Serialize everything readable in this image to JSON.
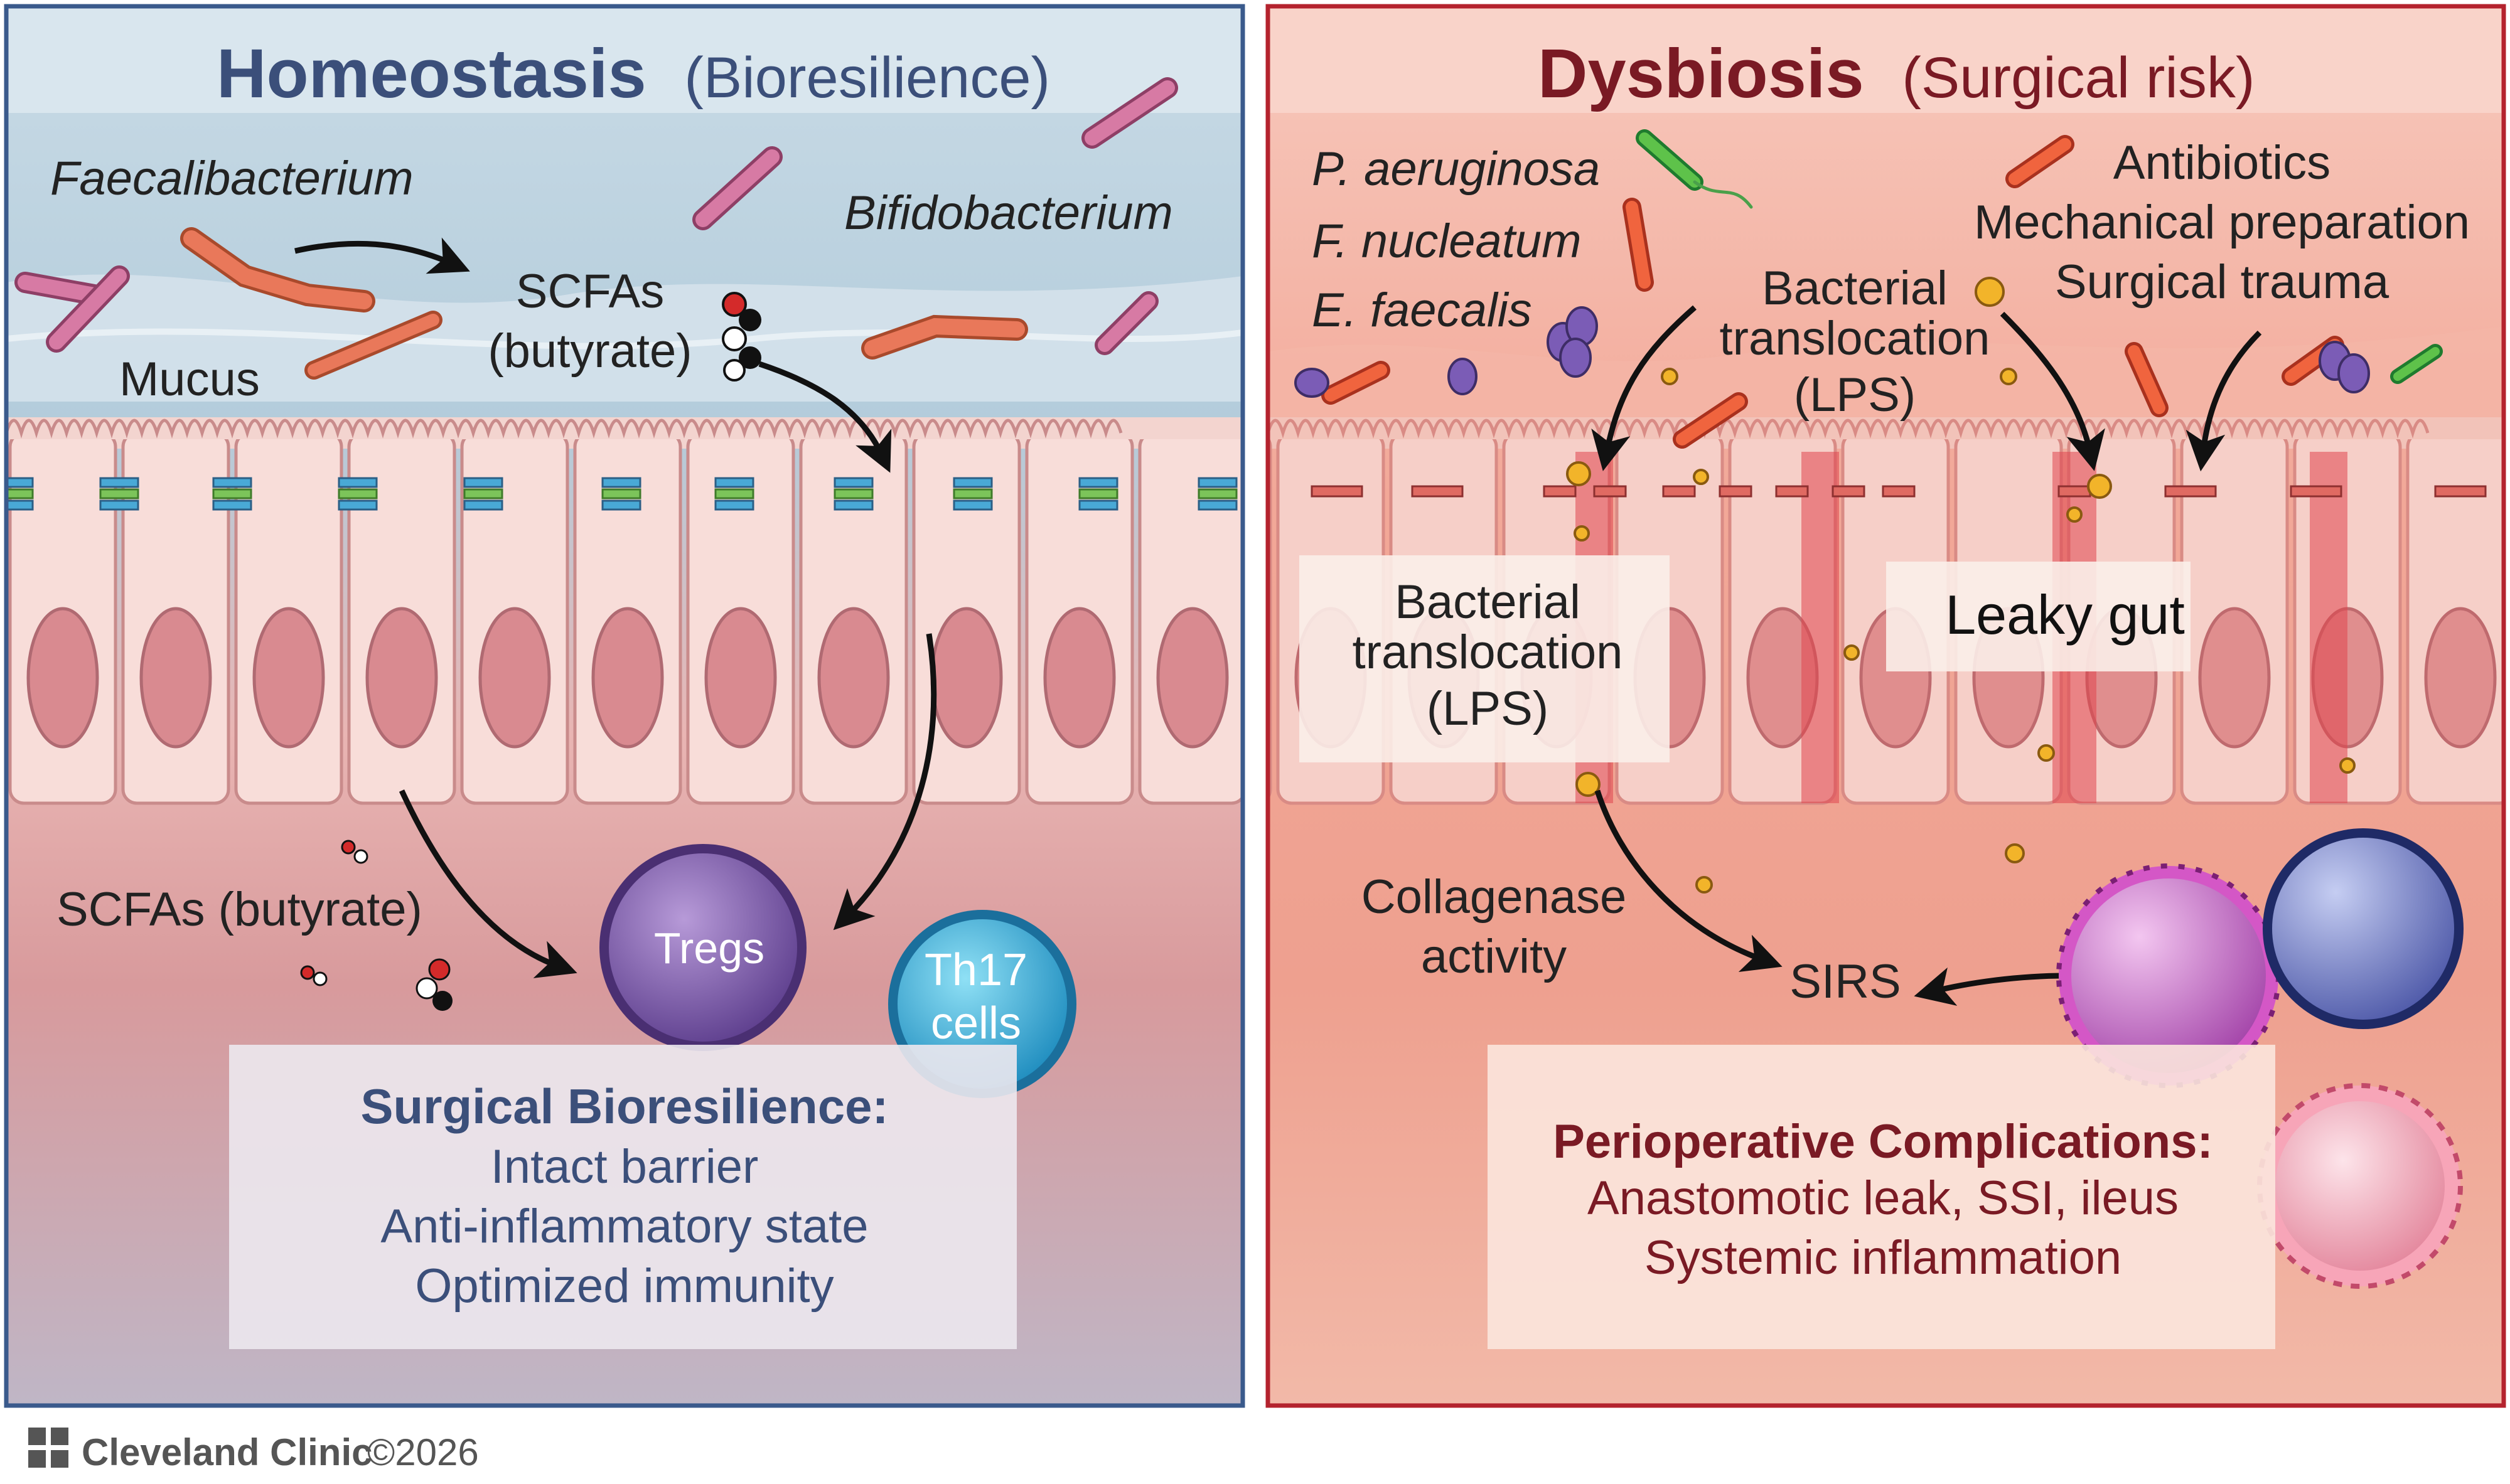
{
  "left_panel": {
    "title": "Homeostasis",
    "subtitle": "(Bioresilience)",
    "labels": {
      "faecalibacterium": "Faecalibacterium",
      "bifidobacterium": "Bifidobacterium",
      "scfas_top_1": "SCFAs",
      "scfas_top_2": "(butyrate)",
      "mucus": "Mucus",
      "scfas_bottom": "SCFAs (butyrate)",
      "tregs": "Tregs",
      "th17_1": "Th17",
      "th17_2": "cells"
    },
    "summary": {
      "heading": "Surgical Bioresilience:",
      "lines": [
        "Intact barrier",
        "Anti-inflammatory state",
        "Optimized immunity"
      ]
    }
  },
  "right_panel": {
    "title": "Dysbiosis",
    "subtitle": "(Surgical risk)",
    "labels": {
      "p_aeruginosa": "P. aeruginosa",
      "f_nucleatum": "F. nucleatum",
      "e_faecalis": "E. faecalis",
      "bt_top_1": "Bacterial",
      "bt_top_2": "translocation",
      "bt_top_3": "(LPS)",
      "antibiotics": "Antibiotics",
      "mechanical": "Mechanical preparation",
      "trauma": "Surgical trauma",
      "bt_box_1": "Bacterial",
      "bt_box_2": "translocation",
      "bt_box_3": "(LPS)",
      "leaky_gut": "Leaky gut",
      "collagenase_1": "Collagenase",
      "collagenase_2": "activity",
      "sirs": "SIRS"
    },
    "summary": {
      "heading": "Perioperative Complications:",
      "lines": [
        "Anastomotic leak, SSI, ileus",
        "Systemic inflammation"
      ]
    }
  },
  "footer": {
    "brand": "Cleveland Clinic",
    "copyright": "©2026"
  },
  "colors": {
    "left_border": "#3a5a8c",
    "left_title": "#3b4f7a",
    "right_border": "#b4232e",
    "right_title": "#7a1a24",
    "heading_left": "#3b4f7a",
    "heading_right": "#7a1a24"
  }
}
